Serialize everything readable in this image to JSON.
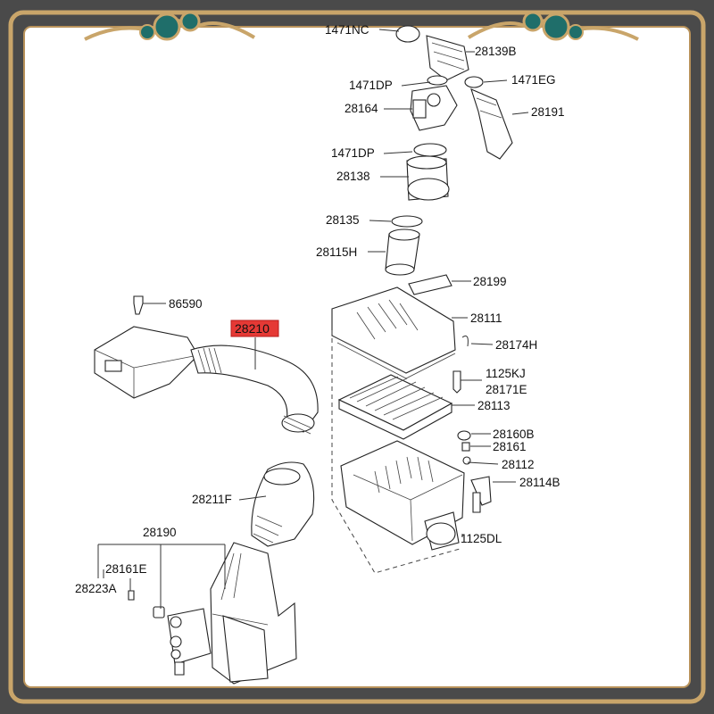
{
  "colors": {
    "border_gold": "#c9a56a",
    "frame_bg": "#4a4a4a",
    "panel": "#ffffff",
    "highlight": "#e53935"
  },
  "ornament": {
    "left": "cloud-ornament-icon",
    "right": "cloud-ornament-icon"
  },
  "labels": {
    "p1471NC": "1471NC",
    "p28139B": "28139B",
    "p1471EG": "1471EG",
    "p1471DP_a": "1471DP",
    "p28164": "28164",
    "p28191": "28191",
    "p1471DP_b": "1471DP",
    "p28138": "28138",
    "p28135": "28135",
    "p28115H": "28115H",
    "p28199": "28199",
    "p86590": "86590",
    "p28210": "28210",
    "p28111": "28111",
    "p28174H": "28174H",
    "p1125KJ": "1125KJ",
    "p28171E": "28171E",
    "p28113": "28113",
    "p28160B": "28160B",
    "p28161": "28161",
    "p28112": "28112",
    "p28114B": "28114B",
    "p28211F": "28211F",
    "p1125DL": "1125DL",
    "p28190": "28190",
    "p28161E": "28161E",
    "p28223A": "28223A"
  }
}
